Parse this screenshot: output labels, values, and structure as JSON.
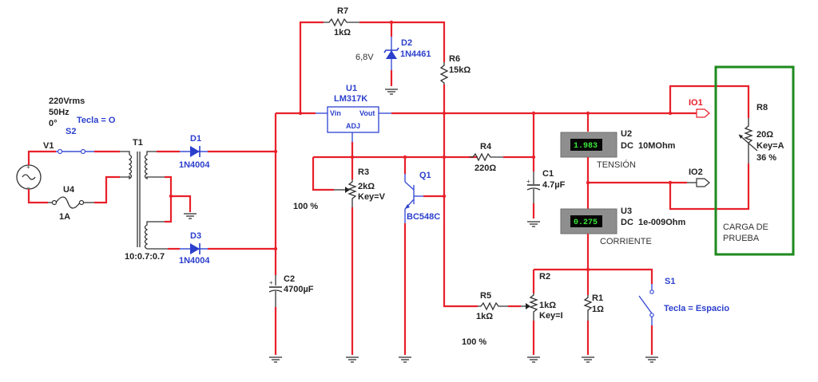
{
  "source": {
    "ref": "V1",
    "voltage": "220Vrms",
    "frequency": "50Hz",
    "phase": "0°"
  },
  "switch_s2": {
    "ref": "S2",
    "key": "Tecla = O"
  },
  "fuse": {
    "ref": "U4",
    "value": "1A"
  },
  "transformer": {
    "ref": "T1",
    "ratio": "10:0.7:0.7"
  },
  "diode_d1": {
    "ref": "D1",
    "model": "1N4004"
  },
  "diode_d3": {
    "ref": "D3",
    "model": "1N4004"
  },
  "cap_c2": {
    "ref": "C2",
    "value": "4700µF"
  },
  "regulator": {
    "ref": "U1",
    "model": "LM317K",
    "pin_vin": "Vin",
    "pin_vout": "Vout",
    "pin_adj": "ADJ"
  },
  "res_r7": {
    "ref": "R7",
    "value": "1kΩ"
  },
  "zener_d2": {
    "ref": "D2",
    "model": "1N4461",
    "voltage": "6,8V"
  },
  "res_r6": {
    "ref": "R6",
    "value": "15kΩ"
  },
  "pot_r3": {
    "ref": "R3",
    "value": "2kΩ",
    "key": "Key=V",
    "setting": "100 %"
  },
  "transistor_q1": {
    "ref": "Q1",
    "model": "BC548C"
  },
  "res_r4": {
    "ref": "R4",
    "value": "220Ω"
  },
  "cap_c1": {
    "ref": "C1",
    "value": "4.7µF"
  },
  "voltmeter_u2": {
    "ref": "U2",
    "mode": "DC  10MOhm",
    "reading": "1.983",
    "label": "TENSIÓN"
  },
  "ammeter_u3": {
    "ref": "U3",
    "mode": "DC  1e-009Ohm",
    "reading": "0.275",
    "label": "CORRIENTE"
  },
  "port_io1": {
    "label": "IO1"
  },
  "port_io2": {
    "label": "IO2"
  },
  "load": {
    "ref": "R8",
    "value": "20Ω",
    "key": "Key=A",
    "setting": "36 %",
    "box_label_line1": "CARGA DE",
    "box_label_line2": "PRUEBA"
  },
  "pot_r2": {
    "ref": "R2",
    "value": "1kΩ",
    "key": "Key=I",
    "setting": "100 %"
  },
  "res_r5": {
    "ref": "R5",
    "value": "1kΩ"
  },
  "res_r1": {
    "ref": "R1",
    "value": "1Ω"
  },
  "switch_s1": {
    "ref": "S1",
    "key": "Tecla = Espacio"
  },
  "colors": {
    "wire": "#e8202a",
    "component": "#2b3fcc",
    "load_box": "#1e8a1e",
    "meter_body": "#8e8e8e",
    "meter_display": "#39e83a"
  }
}
